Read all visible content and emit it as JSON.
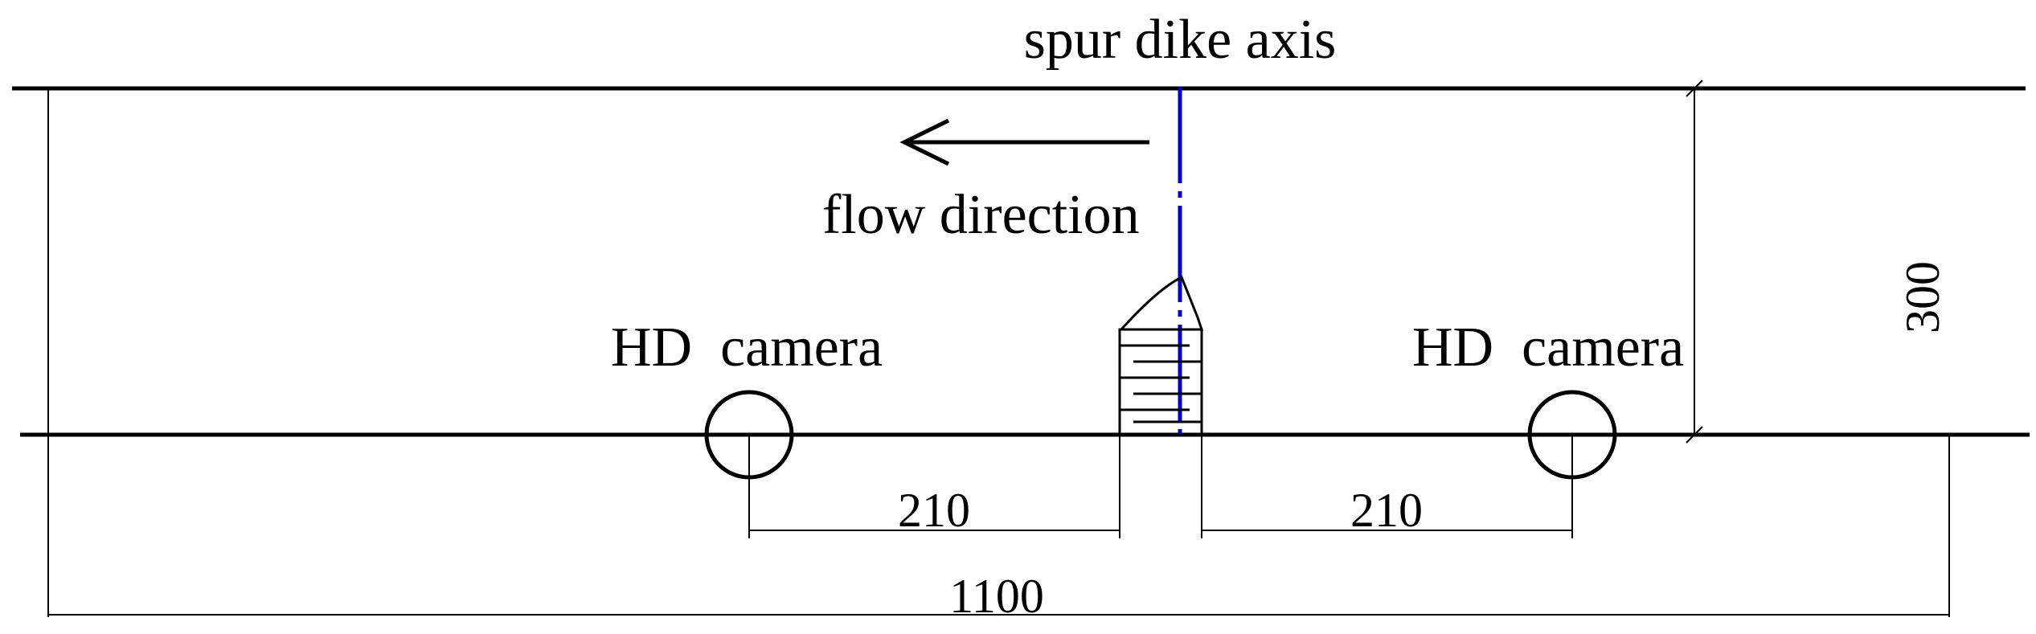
{
  "diagram": {
    "labels": {
      "spur_dike_axis": "spur dike axis",
      "flow_direction": "flow direction",
      "camera_left": "HD  camera",
      "camera_right": "HD  camera"
    },
    "dimensions": {
      "left_gap": "210",
      "right_gap": "210",
      "total_length": "1100",
      "width": "300"
    },
    "colors": {
      "line": "#000000",
      "axis": "#0000cc",
      "background": "#ffffff"
    },
    "icons": {
      "flow_arrow": "arrow-left-icon",
      "camera": "circle-icon"
    }
  }
}
